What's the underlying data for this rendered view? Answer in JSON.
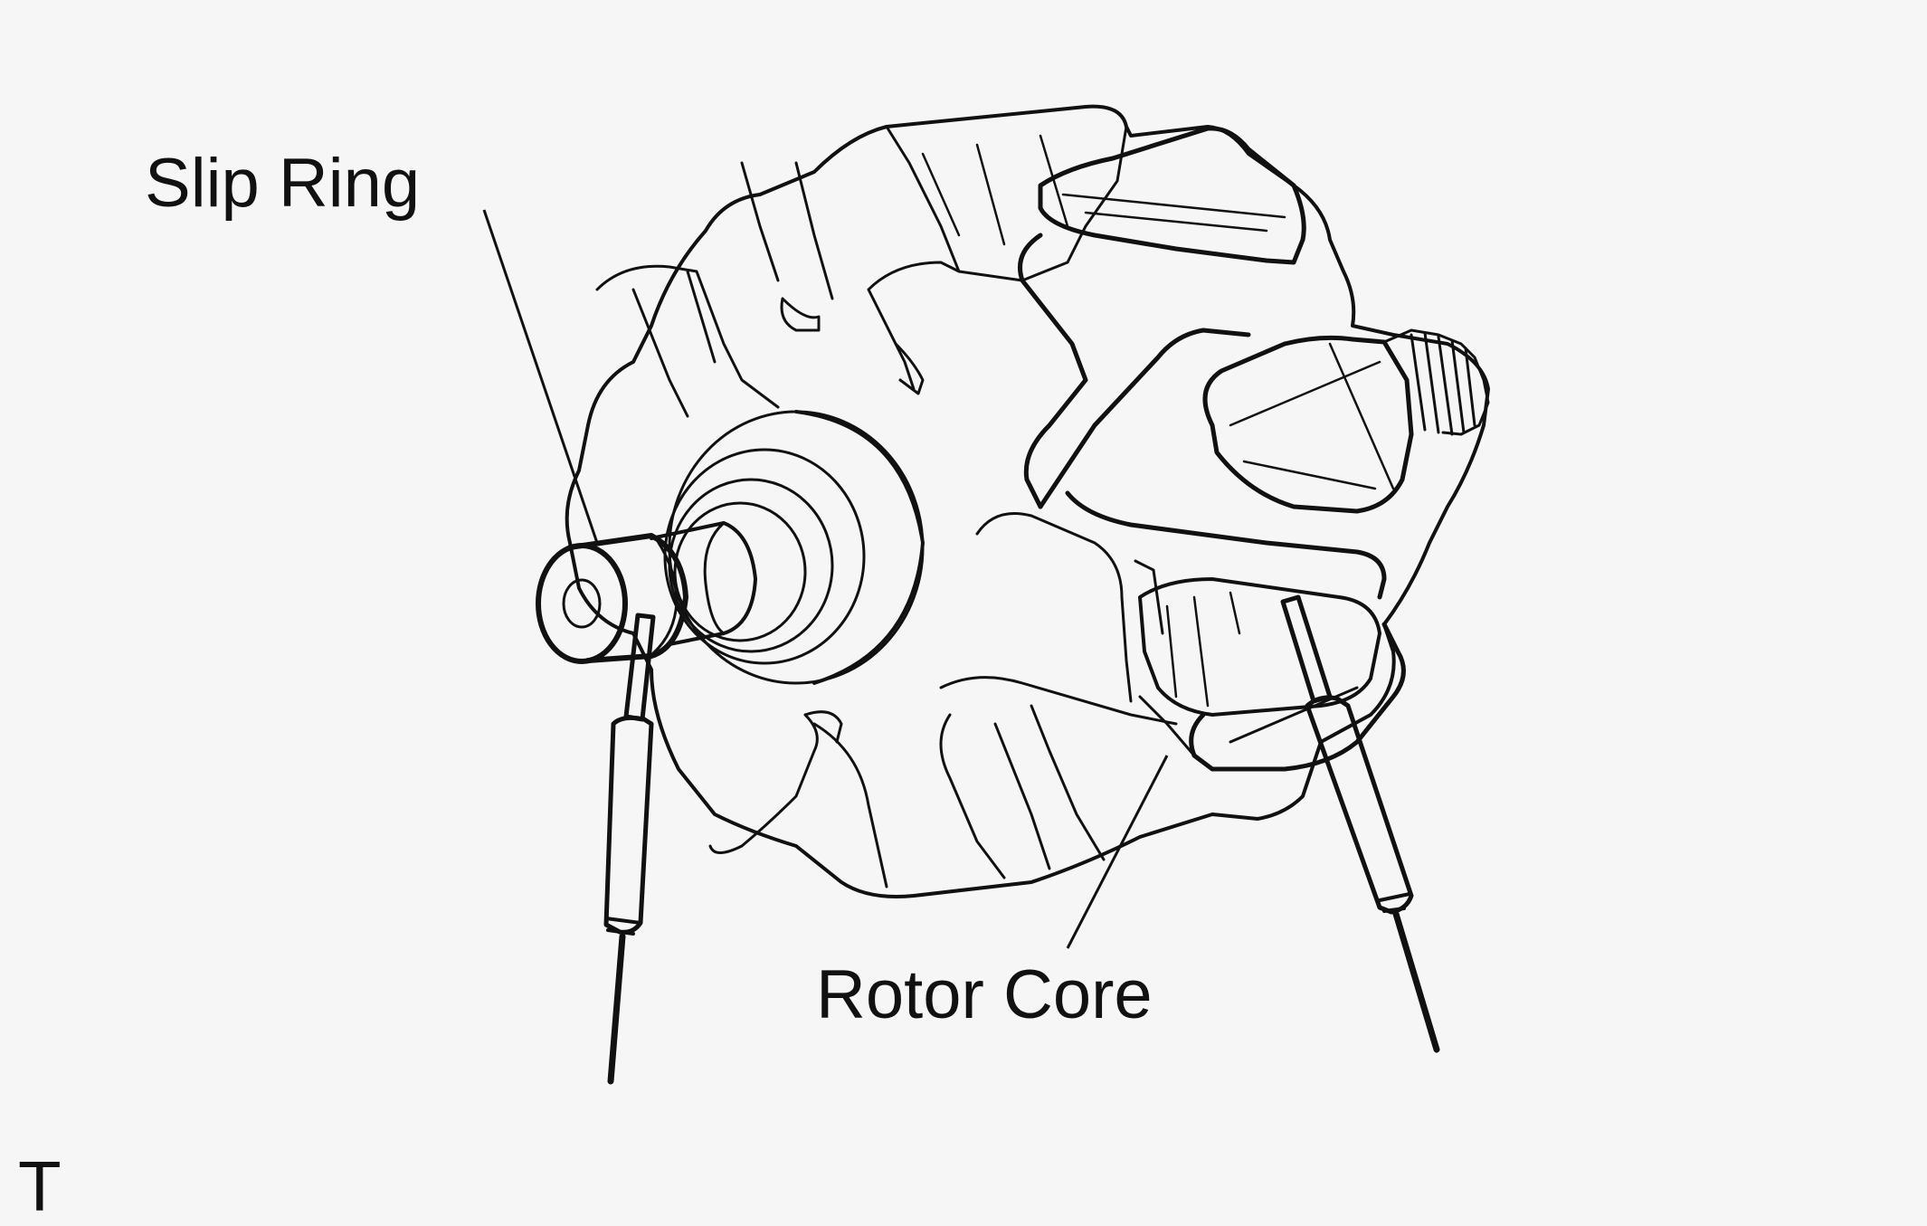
{
  "labels": {
    "slip_ring": "Slip Ring",
    "rotor_core": "Rotor Core",
    "corner_mark": "T"
  },
  "colors": {
    "background": "#f6f6f6",
    "line": "#111111"
  }
}
